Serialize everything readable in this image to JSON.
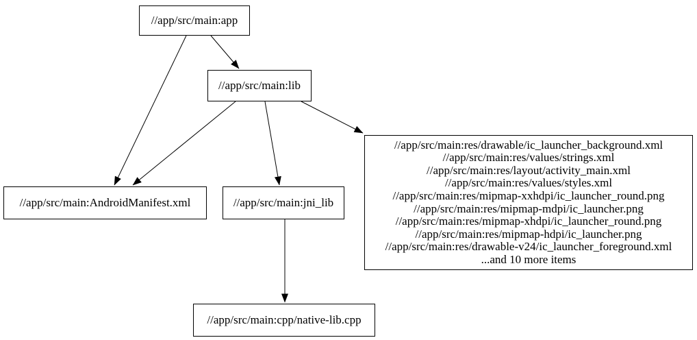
{
  "diagram": {
    "type": "dependency-graph",
    "background_color": "#ffffff",
    "node_border_color": "#000000",
    "edge_color": "#000000",
    "text_color": "#000000",
    "nodes": {
      "app": {
        "label": "//app/src/main:app"
      },
      "lib": {
        "label": "//app/src/main:lib"
      },
      "manifest": {
        "label": "//app/src/main:AndroidManifest.xml"
      },
      "jni_lib": {
        "label": "//app/src/main:jni_lib"
      },
      "native_lib": {
        "label": "//app/src/main:cpp/native-lib.cpp"
      },
      "res_group": {
        "lines": [
          "//app/src/main:res/drawable/ic_launcher_background.xml",
          "//app/src/main:res/values/strings.xml",
          "//app/src/main:res/layout/activity_main.xml",
          "//app/src/main:res/values/styles.xml",
          "//app/src/main:res/mipmap-xxhdpi/ic_launcher_round.png",
          "//app/src/main:res/mipmap-mdpi/ic_launcher.png",
          "//app/src/main:res/mipmap-xhdpi/ic_launcher_round.png",
          "//app/src/main:res/mipmap-hdpi/ic_launcher.png",
          "//app/src/main:res/drawable-v24/ic_launcher_foreground.xml",
          "...and 10 more items"
        ]
      }
    },
    "edges": [
      {
        "from": "//app/src/main:app",
        "to": "//app/src/main:lib"
      },
      {
        "from": "//app/src/main:app",
        "to": "//app/src/main:AndroidManifest.xml"
      },
      {
        "from": "//app/src/main:lib",
        "to": "//app/src/main:AndroidManifest.xml"
      },
      {
        "from": "//app/src/main:lib",
        "to": "//app/src/main:jni_lib"
      },
      {
        "from": "//app/src/main:lib",
        "to": "res-group"
      },
      {
        "from": "//app/src/main:jni_lib",
        "to": "//app/src/main:cpp/native-lib.cpp"
      }
    ]
  }
}
